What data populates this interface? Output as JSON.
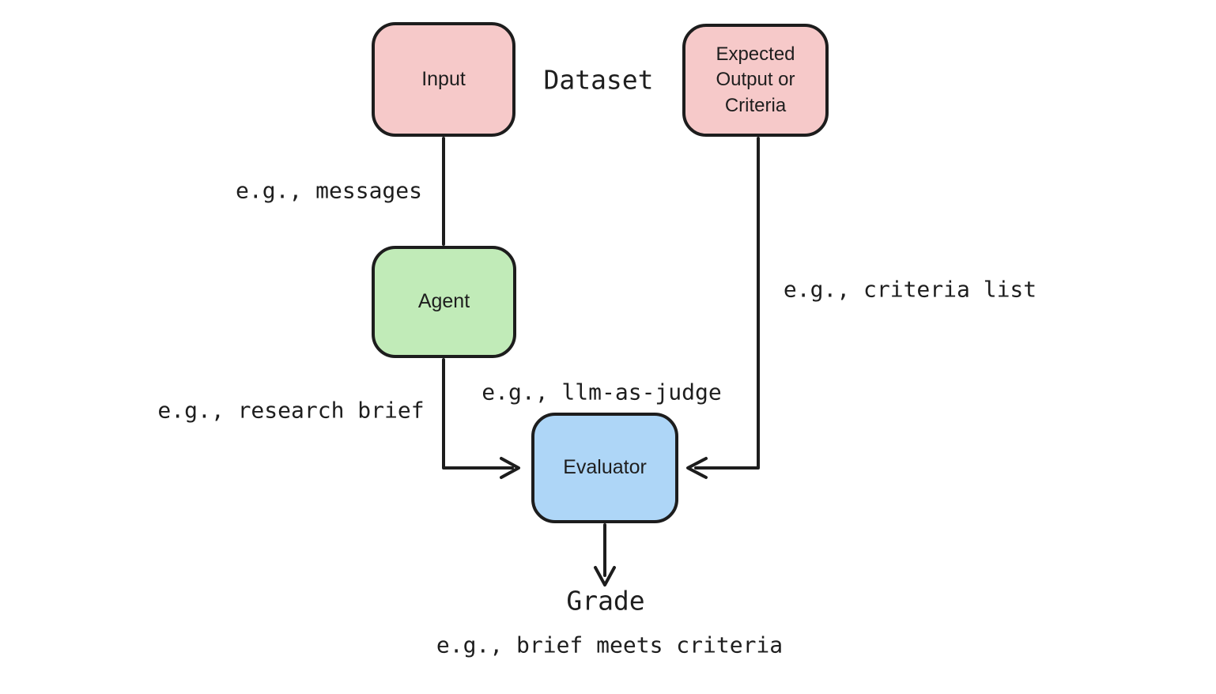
{
  "diagram": {
    "title_label": "Dataset",
    "nodes": [
      {
        "id": "input",
        "label": "Input",
        "fill": "#f6c9c9"
      },
      {
        "id": "expected",
        "label": "Expected Output or Criteria",
        "fill": "#f6c9c9"
      },
      {
        "id": "agent",
        "label": "Agent",
        "fill": "#c1ebb8"
      },
      {
        "id": "evaluator",
        "label": "Evaluator",
        "fill": "#aed6f7"
      }
    ],
    "annotations": {
      "messages": "e.g., messages",
      "criteria_list": "e.g., criteria list",
      "research_brief": "e.g., research brief",
      "llm_as_judge": "e.g., llm-as-judge",
      "grade": "Grade",
      "grade_example": "e.g., brief meets criteria"
    },
    "edges": [
      {
        "from": "input",
        "to": "agent",
        "label": "e.g., messages",
        "arrowhead": false
      },
      {
        "from": "agent",
        "to": "evaluator",
        "label": "e.g., research brief",
        "arrowhead": true
      },
      {
        "from": "expected",
        "to": "evaluator",
        "label": "e.g., criteria list",
        "arrowhead": true
      },
      {
        "from": "evaluator",
        "to": "grade",
        "label": "Grade",
        "arrowhead": true
      }
    ],
    "colors": {
      "stroke": "#1d1d1d",
      "text": "#1e1e1e",
      "background": "#ffffff",
      "pink_fill": "#f6c9c9",
      "green_fill": "#c1ebb8",
      "blue_fill": "#aed6f7"
    }
  }
}
